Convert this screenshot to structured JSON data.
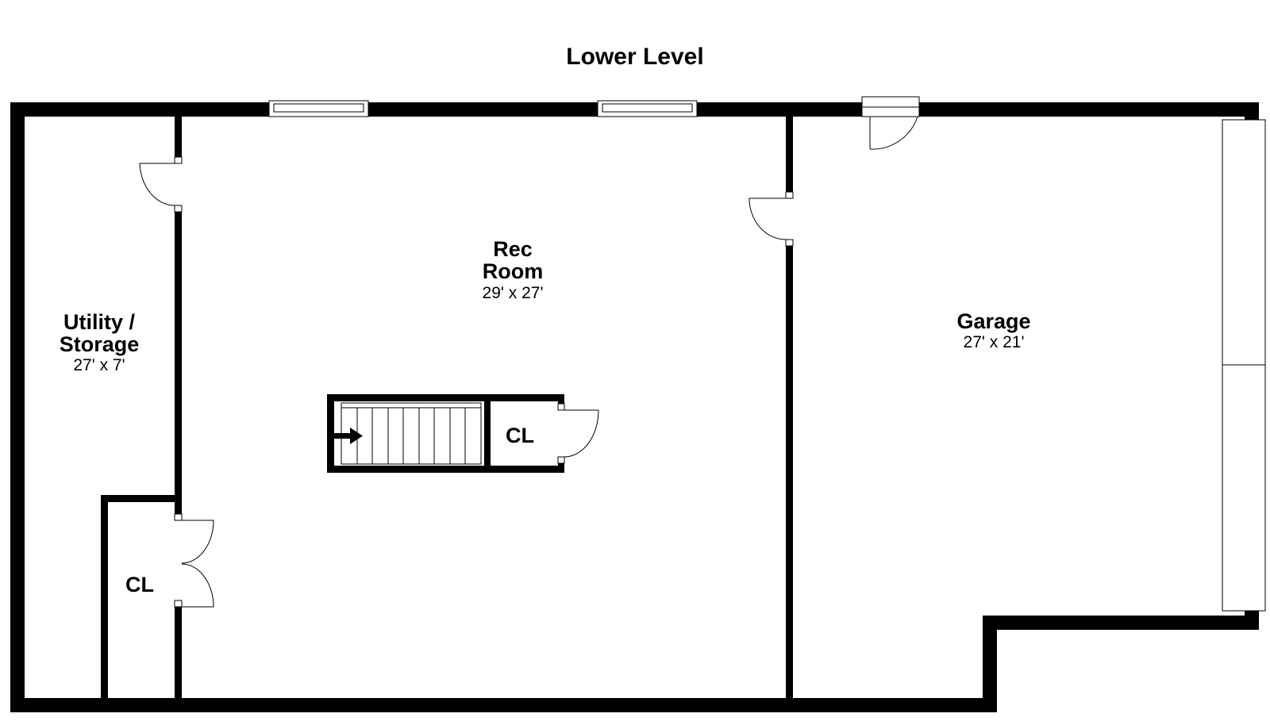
{
  "title": "Lower Level",
  "rooms": {
    "rec_room": {
      "name_line1": "Rec",
      "name_line2": "Room",
      "dims": "29' x 27'"
    },
    "utility": {
      "name_line1": "Utility /",
      "name_line2": "Storage",
      "dims": "27' x 7'"
    },
    "garage": {
      "name": "Garage",
      "dims": "27' x 21'"
    },
    "closet_stair": {
      "name": "CL"
    },
    "closet_utility": {
      "name": "CL"
    }
  },
  "colors": {
    "wall": "#000000",
    "background": "#ffffff"
  },
  "icons": {
    "stair_direction": "arrow-right-icon"
  }
}
